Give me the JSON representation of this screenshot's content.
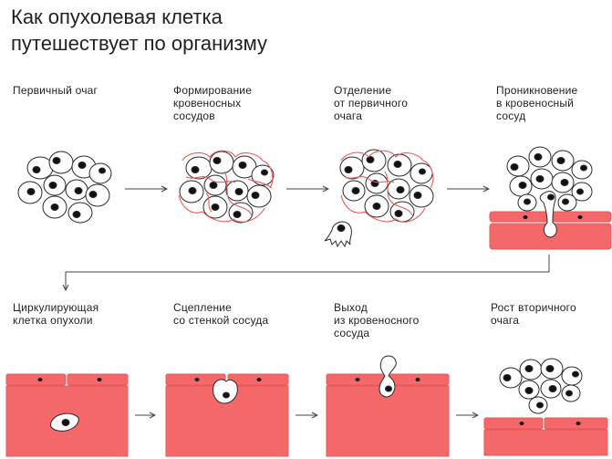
{
  "title": {
    "line1": "Как опухолевая клетка",
    "line2": "путешествует по организму"
  },
  "steps": [
    {
      "lines": [
        "Первичный очаг"
      ]
    },
    {
      "lines": [
        "Формирование",
        "кровеносных",
        "сосудов"
      ]
    },
    {
      "lines": [
        "Отделение",
        "от первичного",
        "очага"
      ]
    },
    {
      "lines": [
        "Проникновение",
        "в кровеносный",
        "сосуд"
      ]
    },
    {
      "lines": [
        "Циркулирующая",
        "клетка опухоли"
      ]
    },
    {
      "lines": [
        "Сцепление",
        "со стенкой сосуда"
      ]
    },
    {
      "lines": [
        "Выход",
        "из кровеносного",
        "сосуда"
      ]
    },
    {
      "lines": [
        "Рост вторичного",
        "очага"
      ]
    }
  ],
  "colors": {
    "vessel": "#f4686a",
    "vessel_stroke": "#e05a5c",
    "capillary": "#ec5b5b",
    "cell_fill": "#ffffff",
    "cell_stroke": "#2a2a2a",
    "nucleus": "#111111",
    "arrow": "#444444",
    "text": "#222222"
  }
}
